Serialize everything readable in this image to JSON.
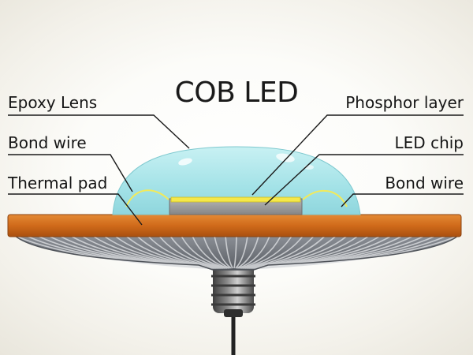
{
  "title": "COB LED",
  "labels": {
    "epoxy_lens": "Epoxy Lens",
    "bond_wire_left": "Bond wire",
    "thermal_pad": "Thermal pad",
    "phosphor_layer": "Phosphor layer",
    "led_chip": "LED chip",
    "bond_wire_right": "Bond wire"
  },
  "colors": {
    "lens": "#9fe0e6",
    "phosphor": "#f3e64a",
    "chip": "#9c9c9c",
    "thermal_pad": "#d4701f",
    "heatsink": "#6f737a",
    "socket": "#5e5e5e"
  }
}
